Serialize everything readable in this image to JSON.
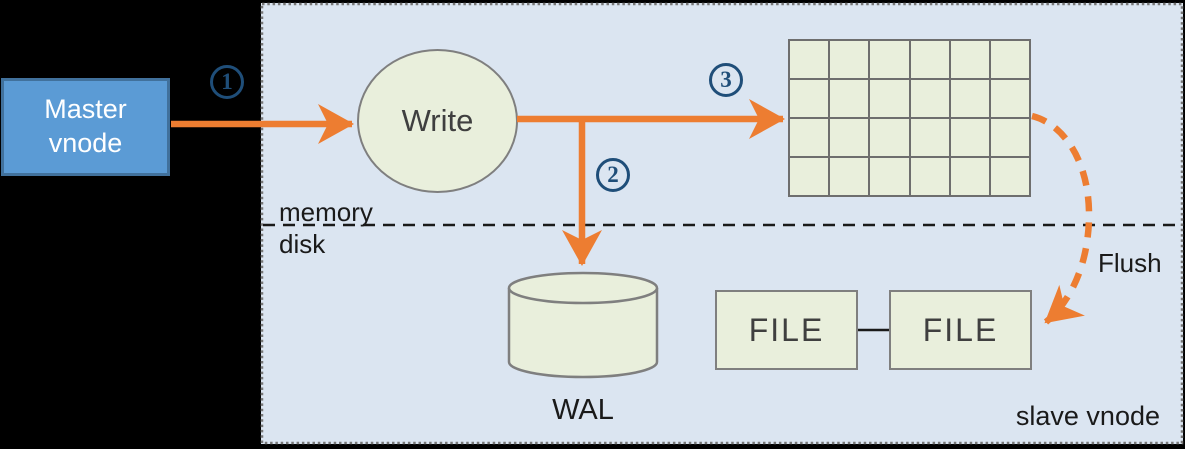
{
  "colors": {
    "background": "#000000",
    "panel_fill": "#dbe5f1",
    "panel_border": "#777777",
    "node_fill": "#e9efdc",
    "node_border": "#7f7f7f",
    "grid_line": "#6e6e6e",
    "arrow_orange": "#ed7d31",
    "master_fill": "#5b9bd5",
    "master_border": "#41719c",
    "master_text": "#ffffff",
    "node_text": "#3f3f3f",
    "label_text": "#1a1a1a",
    "badge_blue": "#1f4e79",
    "divider": "#1a1a1a"
  },
  "nodes": {
    "master_vnode": {
      "line1": "Master",
      "line2": "vnode"
    },
    "write": {
      "label": "Write"
    },
    "memory_table": {
      "rows": 4,
      "cols": 6
    },
    "wal": {
      "label": "WAL"
    },
    "file_left": {
      "label": "FILE"
    },
    "file_right": {
      "label": "FILE"
    }
  },
  "labels": {
    "memory": "memory",
    "disk": "disk",
    "flush": "Flush",
    "slave_vnode": "slave vnode"
  },
  "steps": {
    "one": "1",
    "two": "2",
    "three": "3"
  }
}
